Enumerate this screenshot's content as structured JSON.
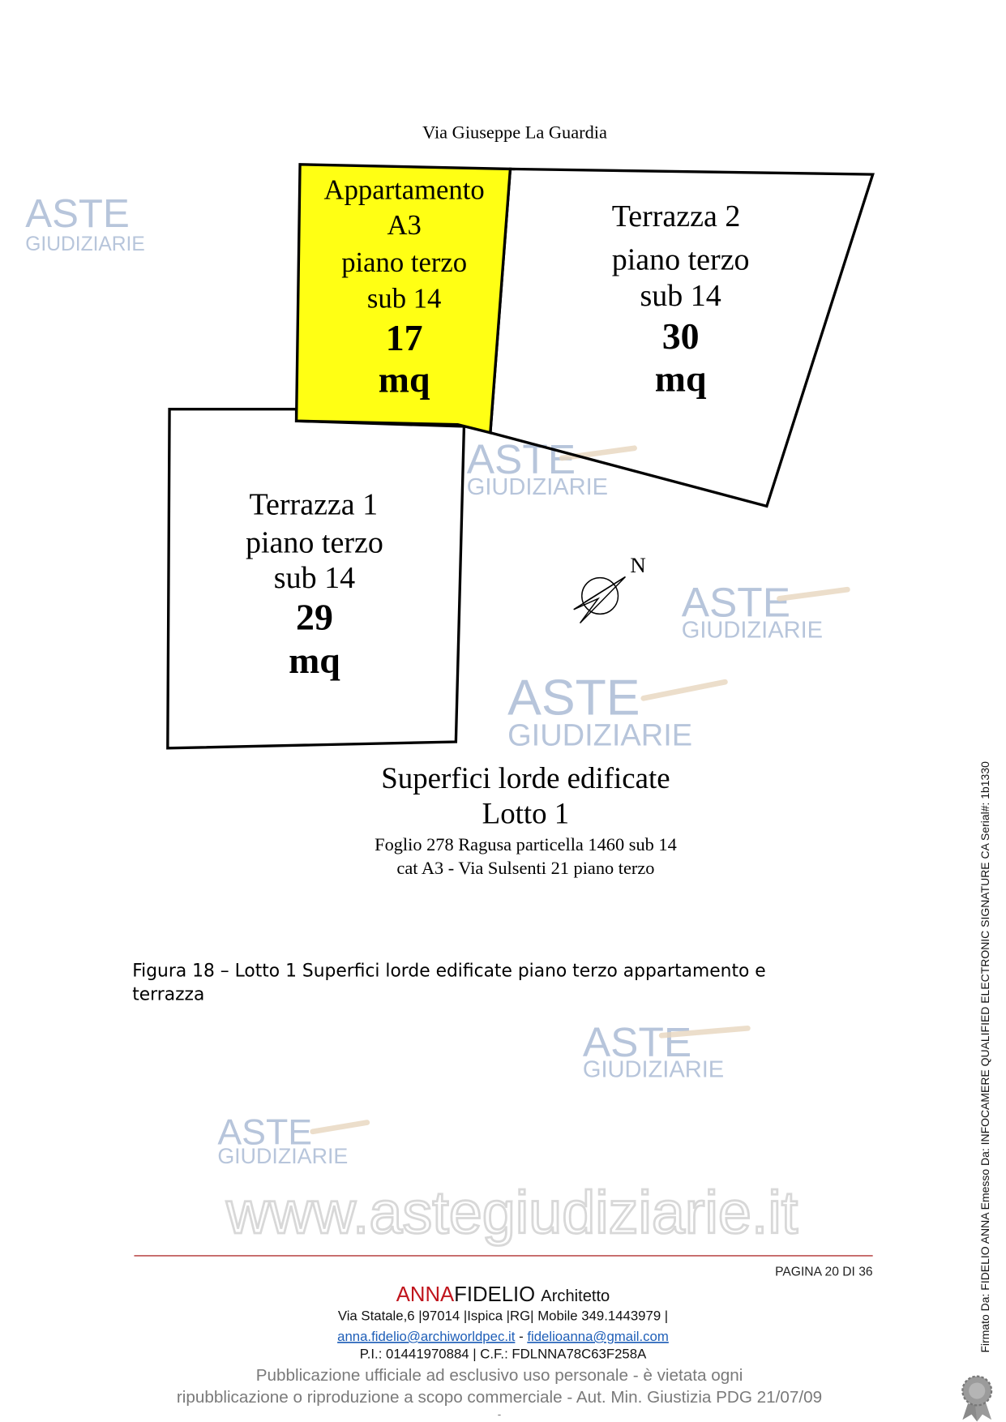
{
  "plan": {
    "street": "Via Giuseppe La Guardia",
    "appartamento": {
      "lines": [
        "Appartamento",
        "A3",
        "piano terzo",
        "sub 14"
      ],
      "area": "17",
      "unit": "mq",
      "fill": "#ffff00"
    },
    "terrazza2": {
      "lines": [
        "Terrazza 2",
        "piano terzo",
        "sub 14"
      ],
      "area": "30",
      "unit": "mq"
    },
    "terrazza1": {
      "lines": [
        "Terrazza 1",
        "piano terzo",
        "sub 14"
      ],
      "area": "29",
      "unit": "mq"
    },
    "north_label": "N",
    "title": "Superfici lorde edificate",
    "subtitle": "Lotto 1",
    "detail1": "Foglio 278 Ragusa  particella 1460 sub 14",
    "detail2": "cat A3 - Via Sulsenti 21 piano terzo"
  },
  "caption": {
    "line1": "Figura 18 – Lotto 1 Superfici lorde edificate piano terzo appartamento e",
    "line2": "terrazza"
  },
  "watermark": {
    "top": "ASTE",
    "bottom": "GIUDIZIARIE",
    "site": "www.astegiudiziarie.it"
  },
  "footer": {
    "page": "PAGINA 20 DI 36",
    "name_red": "ANNA",
    "name_black": "FIDELIO",
    "role": "Architetto",
    "address": "Via Statale,6 |97014 |Ispica |RG| Mobile 349.1443979 |",
    "email1": "anna.fidelio@archiworldpec.it",
    "separator": "-",
    "email2": "fidelioanna@gmail.com",
    "tax": "P.I.: 01441970884 | C.F.: FDLNNA78C63F258A",
    "notice1": "Pubblicazione ufficiale ad esclusivo uso personale - è vietata ogni",
    "notice2": "ripubblicazione o riproduzione a scopo commerciale - Aut. Min. Giustizia PDG 21/07/09",
    "dash": "-"
  },
  "signature": "Firmato Da: FIDELIO ANNA Emesso Da: INFOCAMERE QUALIFIED ELECTRONIC SIGNATURE CA Serial#: 1b1330",
  "colors": {
    "accent_red": "#c0141c",
    "rule": "#b03030",
    "link": "#1f5fb8"
  }
}
